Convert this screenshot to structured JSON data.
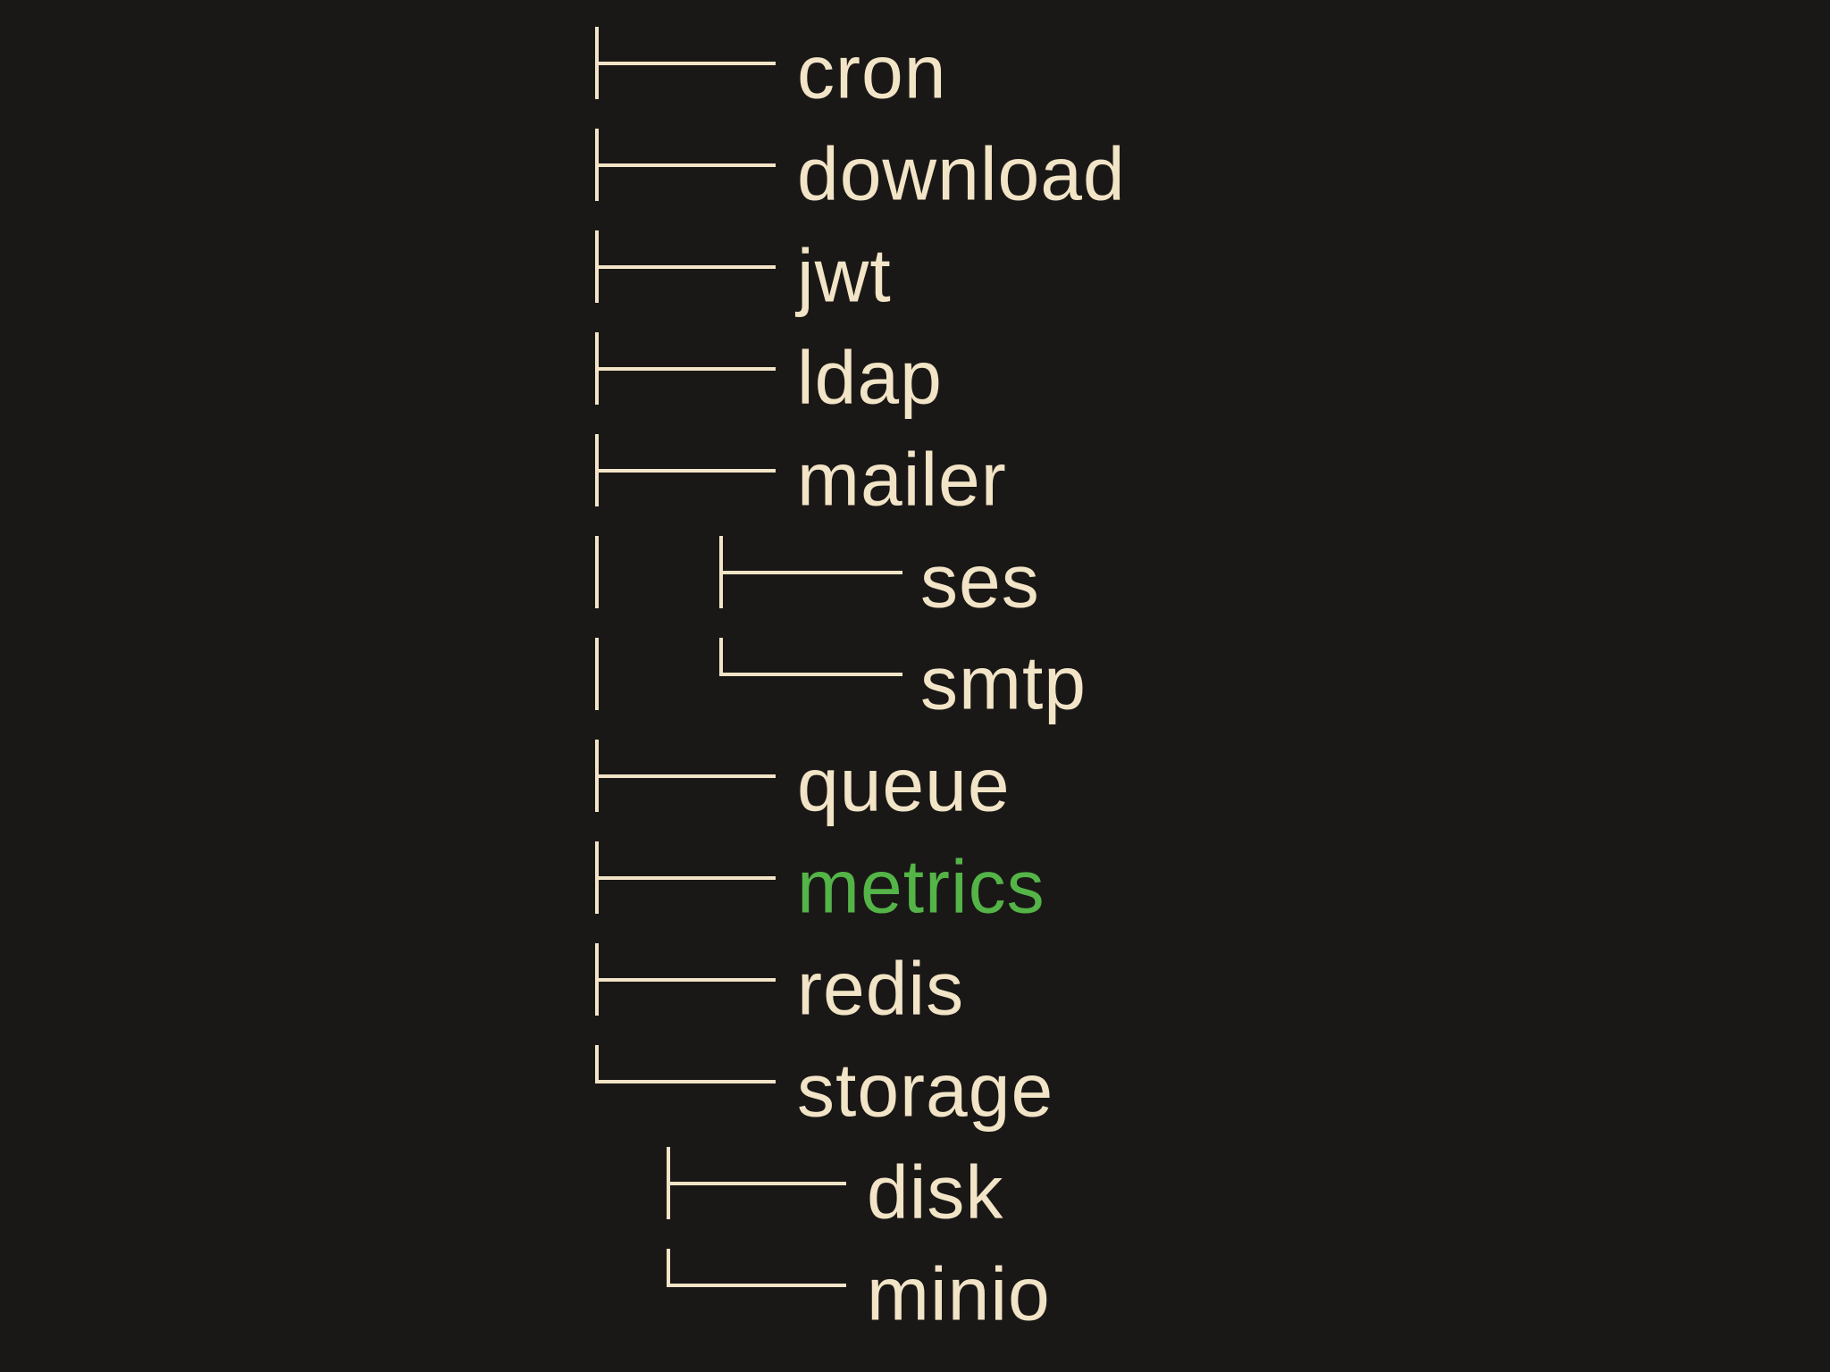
{
  "meta": {
    "type": "directory-tree-diagram"
  },
  "canvas": {
    "background": "#1a1817",
    "line_color": "#f2e4c6",
    "text_color": "#f2e4c6",
    "highlight_color": "#54b447"
  },
  "tree": {
    "root_items": [
      {
        "label": "cron"
      },
      {
        "label": "download"
      },
      {
        "label": "jwt"
      },
      {
        "label": "ldap"
      },
      {
        "label": "mailer",
        "children": [
          {
            "label": "ses"
          },
          {
            "label": "smtp"
          }
        ]
      },
      {
        "label": "queue"
      },
      {
        "label": "metrics",
        "highlight": true,
        "highlight_color": "#54b447"
      },
      {
        "label": "redis"
      },
      {
        "label": "storage",
        "children": [
          {
            "label": "disk"
          },
          {
            "label": "minio"
          }
        ]
      }
    ]
  }
}
